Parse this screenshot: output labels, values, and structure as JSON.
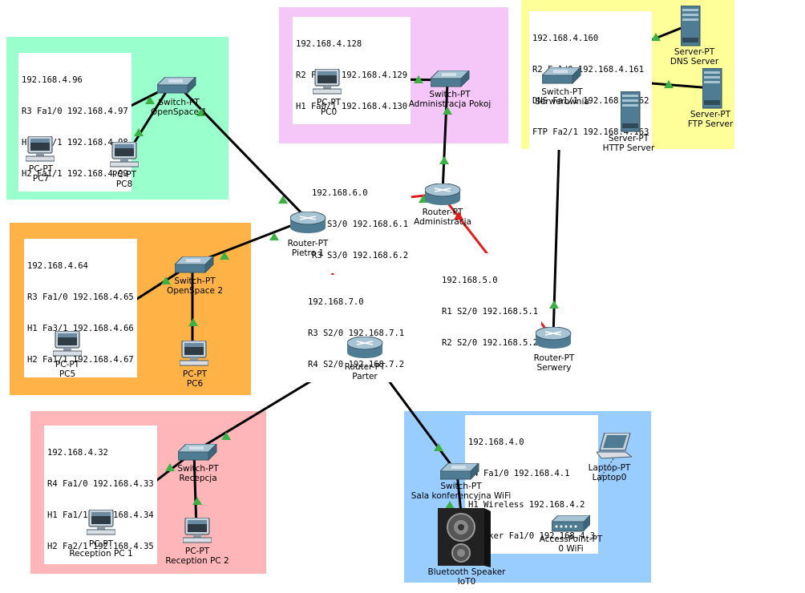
{
  "zones": [
    {
      "id": "openspace1",
      "color": "#99ffcc"
    },
    {
      "id": "admin-pokoj",
      "color": "#f5c6f8"
    },
    {
      "id": "serwerownia",
      "color": "#ffff99"
    },
    {
      "id": "openspace2",
      "color": "#ffb347"
    },
    {
      "id": "recepcja",
      "color": "#ffb6b9"
    },
    {
      "id": "sala",
      "color": "#99ccff"
    }
  ],
  "notes": {
    "os1": [
      "192.168.4.96",
      "R3 Fa1/0 192.168.4.97",
      "H1 Fa2/1 192.168.4.98",
      "H2 Fa1/1 192.168.4.99"
    ],
    "pokoj": [
      "192.168.4.128",
      "R2 Fa1/0 192.168.4.129",
      "H1 Fa0/1 192.168.4.130"
    ],
    "serw": [
      "192.168.4.160",
      "R2 Fa1/0 192.168.4.161",
      "DNS Fa1/1 192.168.4.162",
      "FTP Fa2/1 192.168.4.163"
    ],
    "link6": [
      "192.168.6.0",
      "R2 S3/0 192.168.6.1",
      "R3 S3/0 192.168.6.2"
    ],
    "os2": [
      "192.168.4.64",
      "R3 Fa1/0 192.168.4.65",
      "H1 Fa3/1 192.168.4.66",
      "H2 Fa1/1 192.168.4.67"
    ],
    "link5": [
      "192.168.5.0",
      "R1 S2/0 192.168.5.1",
      "R2 S2/0 192.168.5.2"
    ],
    "link7": [
      "192.168.7.0",
      "R3 S2/0 192.168.7.1",
      "R4 S2/0 192.168.7.2"
    ],
    "recep": [
      "192.168.4.32",
      "R4 Fa1/0 192.168.4.33",
      "H1 Fa1/1 192.168.4.34",
      "H2 Fa2/1 192.168.4.35"
    ],
    "sala": [
      "192.168.4.0",
      "R4 Fa1/0 192.168.4.1",
      "H1 Wireless 192.168.4.2",
      "Speaker Fa1/0 192.168.4.3"
    ]
  },
  "devices": {
    "sw_os1": [
      "Switch-PT",
      "OpenSpace 1"
    ],
    "pc7": [
      "PC-PT",
      "PC7"
    ],
    "pc8": [
      "PC-PT",
      "PC8"
    ],
    "pc0": [
      "PC-PT",
      "PC0"
    ],
    "sw_pokoj": [
      "Switch-PT",
      "Administracja Pokoj"
    ],
    "sw_serw": [
      "Switch-PT",
      "Serwerownia"
    ],
    "dns": [
      "Server-PT",
      "DNS Server"
    ],
    "ftp": [
      "Server-PT",
      "FTP Server"
    ],
    "http": [
      "Server-PT",
      "HTTP Server"
    ],
    "r_admin": [
      "Router-PT",
      "Administracja"
    ],
    "r_pietro": [
      "Router-PT",
      "Pietro 1"
    ],
    "sw_os2": [
      "Switch-PT",
      "OpenSpace 2"
    ],
    "pc5": [
      "PC-PT",
      "PC5"
    ],
    "pc6": [
      "PC-PT",
      "PC6"
    ],
    "r_parter": [
      "Router-PT",
      "Parter"
    ],
    "r_serwery": [
      "Router-PT",
      "Serwery"
    ],
    "sw_recep": [
      "Switch-PT",
      "Recepcja"
    ],
    "rpc1": [
      "PC-PT",
      "Reception PC 1"
    ],
    "rpc2": [
      "PC-PT",
      "Reception PC 2"
    ],
    "sw_sala": [
      "Switch-PT",
      "Sala konferencyjna WiFi"
    ],
    "laptop": [
      "Laptop-PT",
      "Laptop0"
    ],
    "ap": [
      "AccessPoint-PT",
      "0 WiFi"
    ],
    "speaker": [
      "Bluetooth Speaker",
      "IoT0"
    ]
  },
  "colors": {
    "link": "#000000",
    "serial": "#e31b1b",
    "status": "#3cb043"
  }
}
